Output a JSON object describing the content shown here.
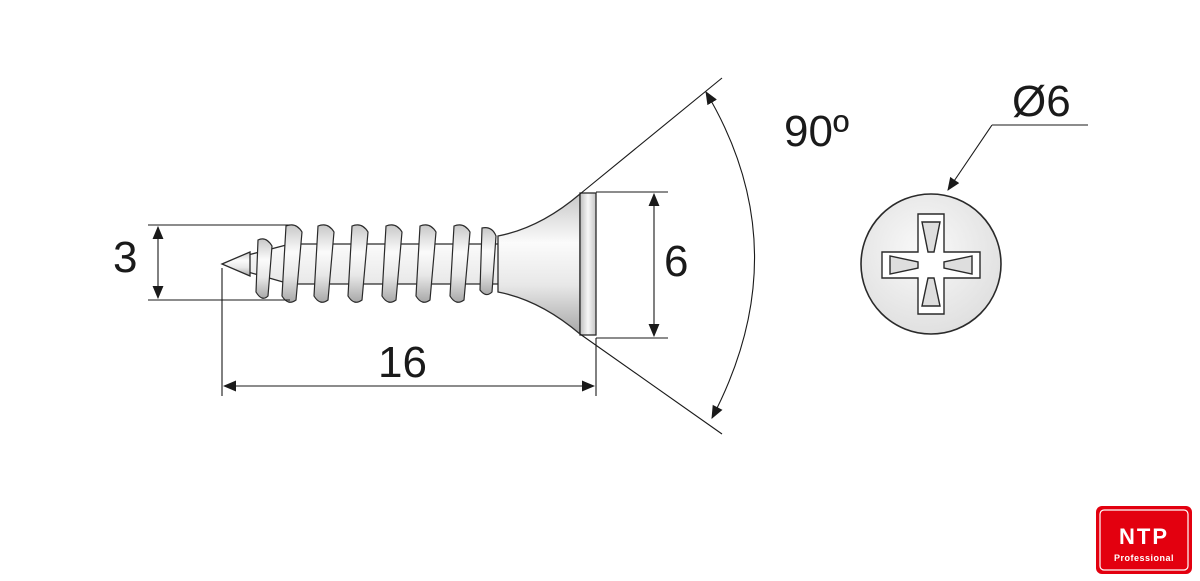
{
  "dimensions": {
    "tip_diameter": "3",
    "length": "16",
    "head_diameter_side": "6",
    "head_angle": "90º",
    "head_diameter_top": "Ø6"
  },
  "logo": {
    "brand": "NTP",
    "subtitle": "Professional",
    "color": "#e3000f"
  },
  "colors": {
    "line": "#1a1a1a",
    "metal_light": "#f2f2f2",
    "metal_dark": "#9a9a9a"
  },
  "icons": {
    "head_top_view": "phillips-head-icon"
  }
}
